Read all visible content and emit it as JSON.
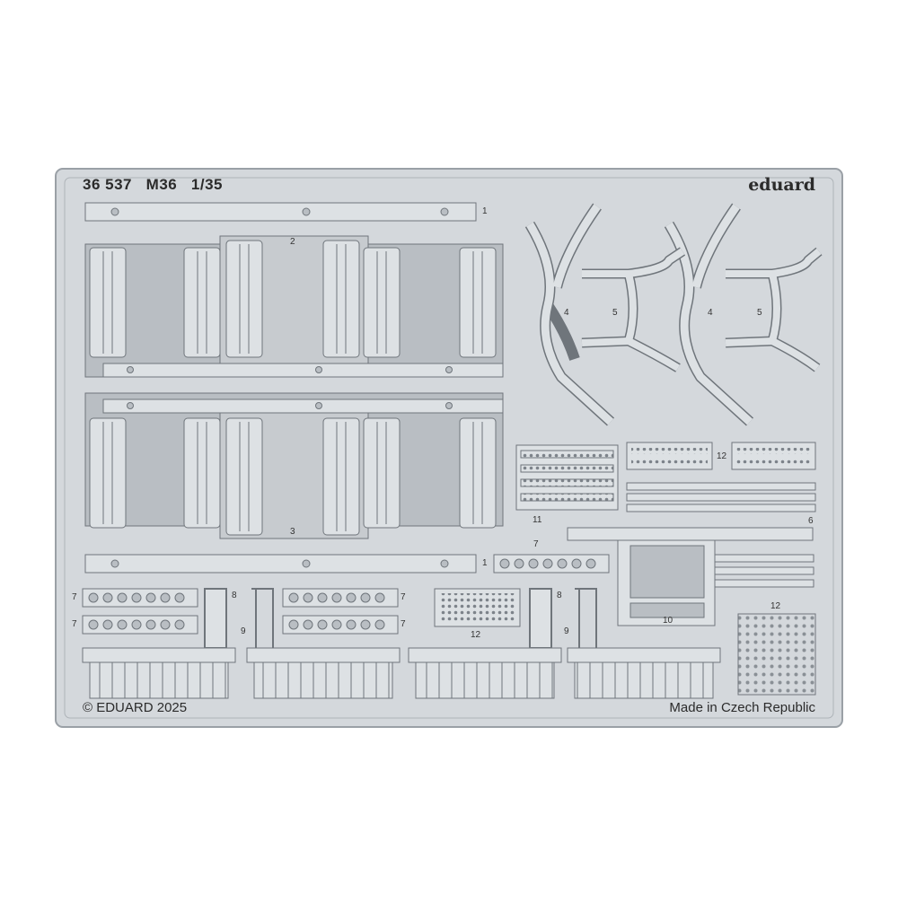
{
  "sheet": {
    "code": "36 537",
    "model": "M36",
    "scale": "1/35",
    "brand": "eduard",
    "copyright": "© EDUARD 2025",
    "origin": "Made in Czech Republic"
  },
  "part_numbers": {
    "p1a": "1",
    "p1b": "1",
    "p2": "2",
    "p3": "3",
    "p4a": "4",
    "p4b": "4",
    "p5a": "5",
    "p5b": "5",
    "p6": "6",
    "p7a": "7",
    "p7b": "7",
    "p7c": "7",
    "p7d": "7",
    "p7e": "7",
    "p8a": "8",
    "p8b": "8",
    "p9a": "9",
    "p9b": "9",
    "p10": "10",
    "p11": "11",
    "p12a": "12",
    "p12b": "12",
    "p12c": "12"
  },
  "colors": {
    "sheet": "#d4d8dc",
    "frame_edge": "#9aa0a6",
    "part_fill": "#dde1e4",
    "part_edge": "#6f757b",
    "recess": "#b9bec3"
  }
}
